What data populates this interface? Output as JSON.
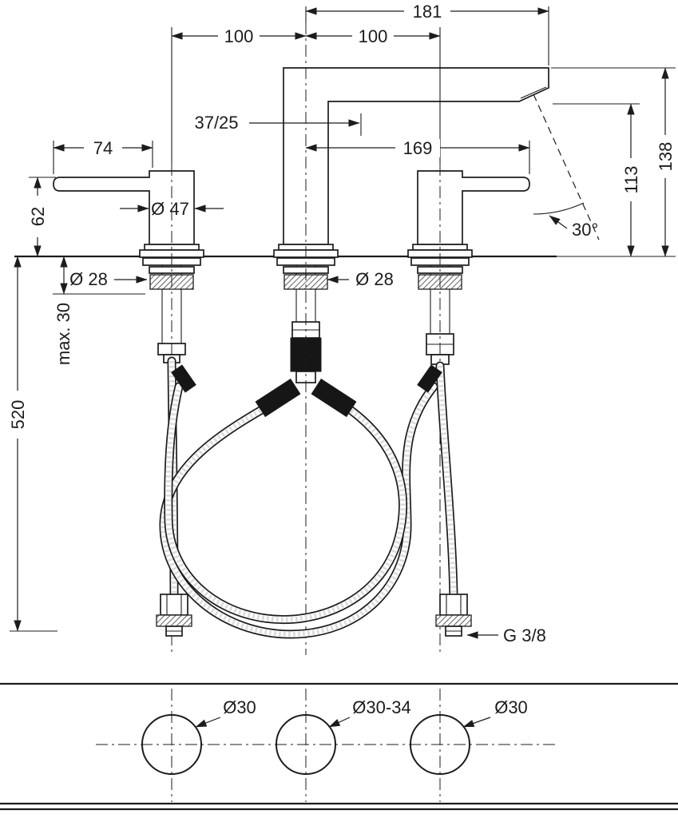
{
  "figure": {
    "background": "#ffffff",
    "line_color": "#1c1c1c",
    "kind": "technical-dimension-drawing"
  },
  "dimensions": {
    "spread_total": "181",
    "spread_left": "100",
    "spread_right": "100",
    "spout_note": "37/25",
    "lever_length": "74",
    "lever_reach": "169",
    "handle_height": "62",
    "handle_diameter": "Ø 47",
    "spout_angle": "30°",
    "shank_left_diameter": "Ø 28",
    "shank_middle_diameter": "Ø 28",
    "max_counter_thickness": "max. 30",
    "hose_length": "520",
    "outlet_height": "113",
    "total_height": "138",
    "supply_connection": "G 3/8"
  },
  "drill_template": {
    "hole_left": "Ø30",
    "hole_middle": "Ø30-34",
    "hole_right": "Ø30"
  }
}
